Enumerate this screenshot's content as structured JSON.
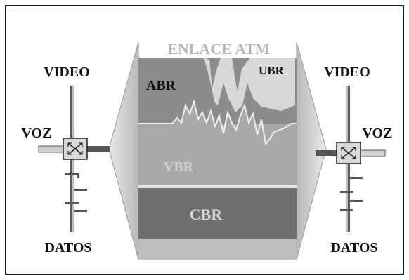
{
  "title": "ENLACE ATM",
  "bands": {
    "ubr": "UBR",
    "abr": "ABR",
    "vbr": "VBR",
    "cbr": "CBR"
  },
  "left_node": {
    "top": "VIDEO",
    "side": "VOZ",
    "bottom": "DATOS"
  },
  "right_node": {
    "top": "VIDEO",
    "side": "VOZ",
    "bottom": "DATOS"
  },
  "colors": {
    "frame": "#1a1a1a",
    "link_bg": "#bdbdbd",
    "cbr": "#6e6e6e",
    "vbr": "#a8a8a8",
    "ubr": "#d8d8d8",
    "abr_area": "#8c8c8c",
    "line": "#efefef",
    "label_dark": "#111111",
    "label_light": "#d6d6d6"
  }
}
